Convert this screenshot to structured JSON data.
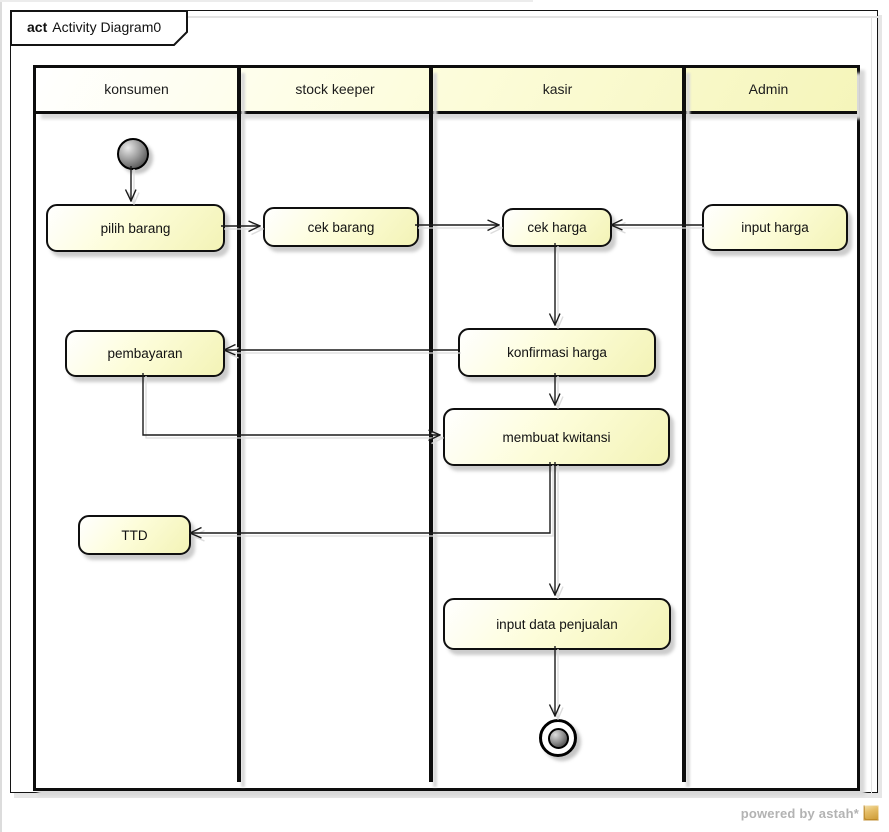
{
  "frame": {
    "keyword": "act",
    "title": "Activity Diagram0"
  },
  "swimlanes": [
    {
      "label": "konsumen"
    },
    {
      "label": "stock keeper"
    },
    {
      "label": "kasir"
    },
    {
      "label": "Admin"
    }
  ],
  "nodes": [
    {
      "id": "initial",
      "type": "initial-node",
      "lane": "konsumen",
      "label": ""
    },
    {
      "id": "pilih-barang",
      "type": "action",
      "lane": "konsumen",
      "label": "pilih barang"
    },
    {
      "id": "cek-barang",
      "type": "action",
      "lane": "stock keeper",
      "label": "cek barang"
    },
    {
      "id": "cek-harga",
      "type": "action",
      "lane": "kasir",
      "label": "cek harga"
    },
    {
      "id": "input-harga",
      "type": "action",
      "lane": "Admin",
      "label": "input harga"
    },
    {
      "id": "konfirmasi-harga",
      "type": "action",
      "lane": "kasir",
      "label": "konfirmasi harga"
    },
    {
      "id": "pembayaran",
      "type": "action",
      "lane": "konsumen",
      "label": "pembayaran"
    },
    {
      "id": "membuat-kwitansi",
      "type": "action",
      "lane": "kasir",
      "label": "membuat kwitansi"
    },
    {
      "id": "ttd",
      "type": "action",
      "lane": "konsumen",
      "label": "TTD"
    },
    {
      "id": "input-data-penjualan",
      "type": "action",
      "lane": "kasir",
      "label": "input data penjualan"
    },
    {
      "id": "final",
      "type": "final-node",
      "lane": "kasir",
      "label": ""
    }
  ],
  "edges": [
    {
      "from": "initial",
      "to": "pilih-barang"
    },
    {
      "from": "pilih-barang",
      "to": "cek-barang"
    },
    {
      "from": "cek-barang",
      "to": "cek-harga"
    },
    {
      "from": "input-harga",
      "to": "cek-harga"
    },
    {
      "from": "cek-harga",
      "to": "konfirmasi-harga"
    },
    {
      "from": "konfirmasi-harga",
      "to": "pembayaran"
    },
    {
      "from": "pembayaran",
      "to": "membuat-kwitansi"
    },
    {
      "from": "konfirmasi-harga",
      "to": "membuat-kwitansi"
    },
    {
      "from": "membuat-kwitansi",
      "to": "ttd"
    },
    {
      "from": "membuat-kwitansi",
      "to": "input-data-penjualan"
    },
    {
      "from": "input-data-penjualan",
      "to": "final"
    }
  ],
  "watermark": {
    "text": "powered by astah*",
    "icon": "astah-logo-icon"
  },
  "colors": {
    "node_fill_start": "#ffffff",
    "node_fill_end": "#f3f3b6",
    "line": "#1a1a1a",
    "line_shadow": "#dcdcdc",
    "drop_shadow": "#d9d9d9",
    "watermark_text": "#b3b3b3",
    "astah_icon_gold": "#c9962e"
  }
}
